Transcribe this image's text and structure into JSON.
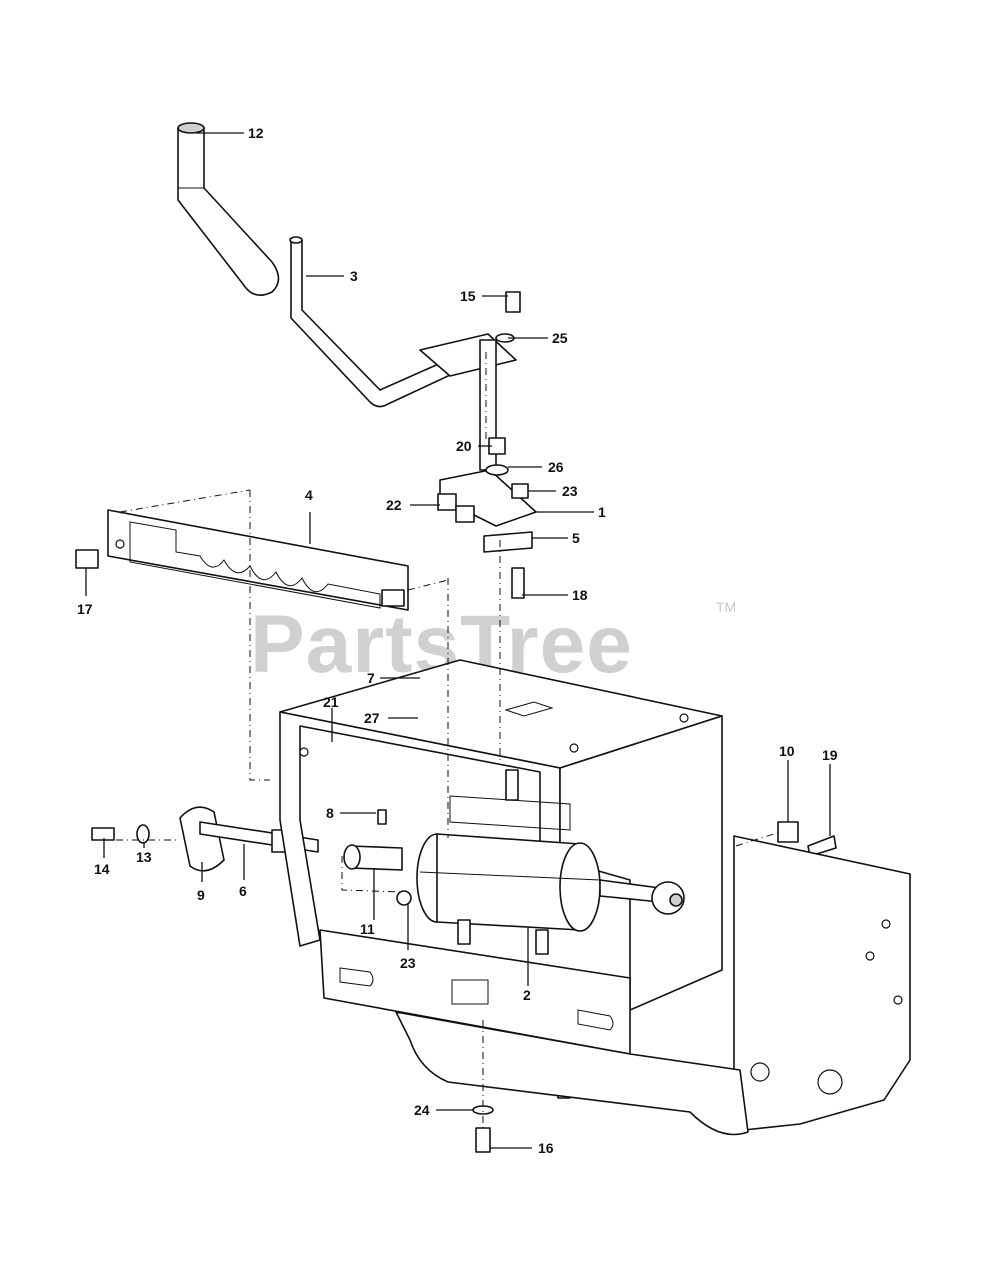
{
  "watermark": {
    "brand": "PartsTree",
    "trademark": "TM"
  },
  "callouts": {
    "p1": "1",
    "p2": "2",
    "p3": "3",
    "p4": "4",
    "p5": "5",
    "p6": "6",
    "p7": "7",
    "p8": "8",
    "p9": "9",
    "p10": "10",
    "p11": "11",
    "p12": "12",
    "p13": "13",
    "p14": "14",
    "p15": "15",
    "p16": "16",
    "p17": "17",
    "p18": "18",
    "p19": "19",
    "p20": "20",
    "p21": "21",
    "p22": "22",
    "p23a": "23",
    "p23b": "23",
    "p24": "24",
    "p25": "25",
    "p26": "26",
    "p27": "27"
  }
}
